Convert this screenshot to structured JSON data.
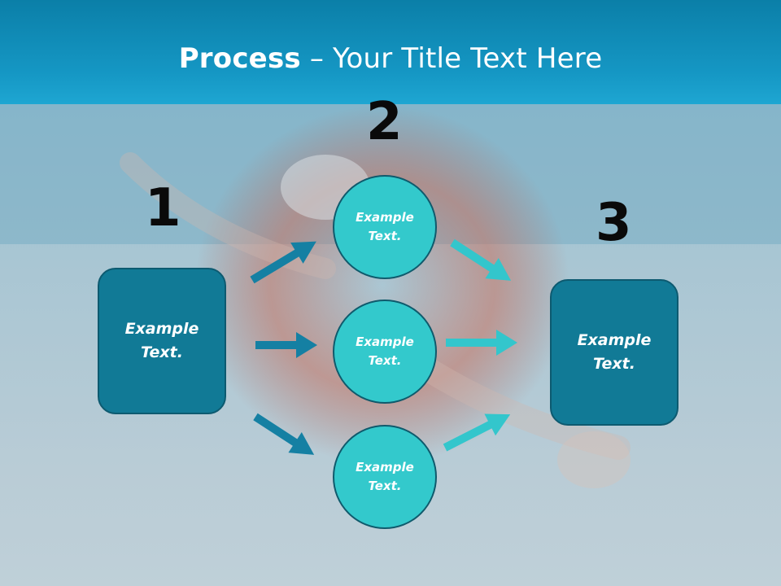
{
  "title": {
    "bold": "Process",
    "rest": " – Your Title Text Here"
  },
  "step_numbers": [
    "1",
    "2",
    "3"
  ],
  "left_box": {
    "label_line1": "Example",
    "label_line2": "Text."
  },
  "middle_circles": [
    {
      "label_line1": "Example",
      "label_line2": "Text."
    },
    {
      "label_line1": "Example",
      "label_line2": "Text."
    },
    {
      "label_line1": "Example",
      "label_line2": "Text."
    }
  ],
  "right_box": {
    "label_line1": "Example",
    "label_line2": "Text."
  },
  "colors": {
    "header": "#1597c4",
    "box_fill": "#117a96",
    "circle_fill": "#33c9cc",
    "arrow_left": "#1580a3",
    "arrow_right": "#33c6cc"
  }
}
